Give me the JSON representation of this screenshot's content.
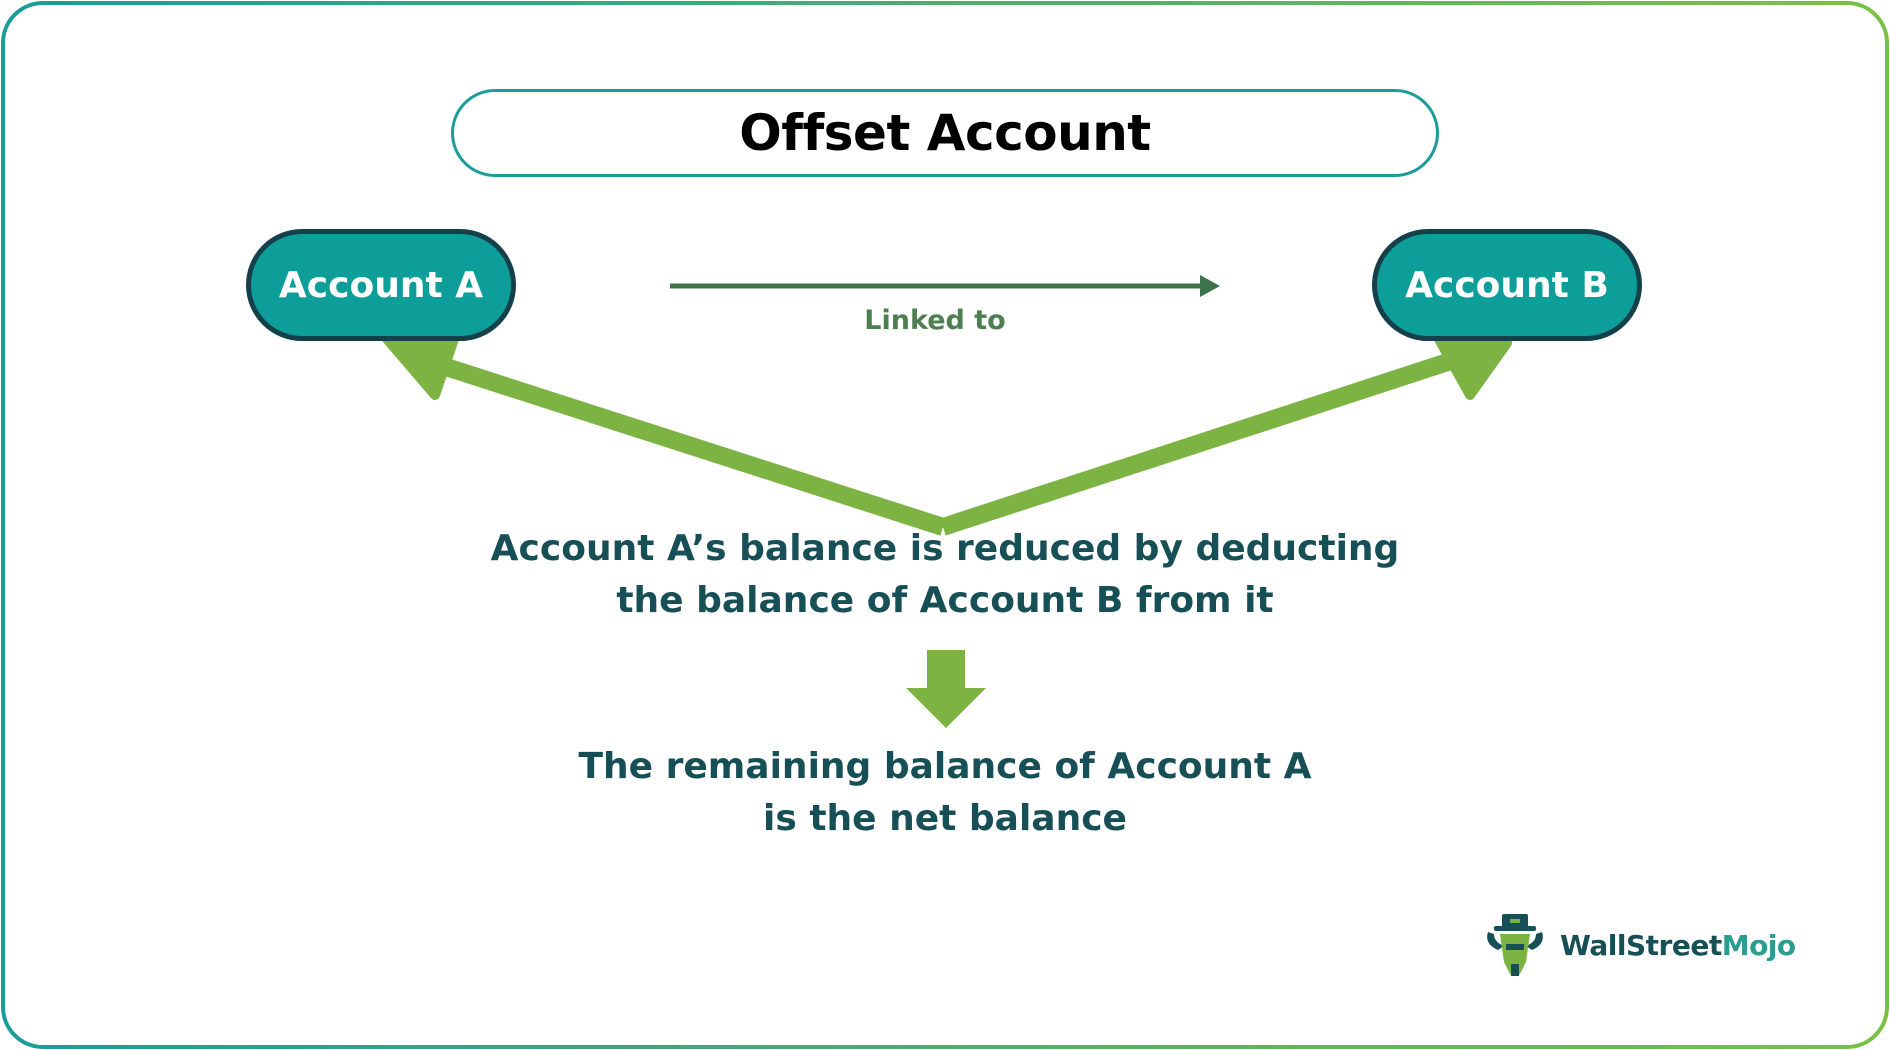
{
  "title": "Offset Account",
  "nodes": {
    "account_a": "Account A",
    "account_b": "Account B"
  },
  "link_label": "Linked to",
  "statements": {
    "reduction_line1": "Account A’s balance is reduced by deducting",
    "reduction_line2": "the balance of Account B from it",
    "result_line1": "The remaining balance of Account A",
    "result_line2": "is the net balance"
  },
  "logo": {
    "part1": "WallStreet",
    "part2": "Mojo",
    "icon": "bull-with-hat-icon"
  },
  "colors": {
    "frame_gradient_start": "#1a9c9a",
    "frame_gradient_end": "#7ac143",
    "pill_fill": "#0e9e9a",
    "pill_border": "#13404a",
    "link_arrow": "#3e7249",
    "big_arrows": "#7cb342",
    "text_dark": "#174f57"
  }
}
